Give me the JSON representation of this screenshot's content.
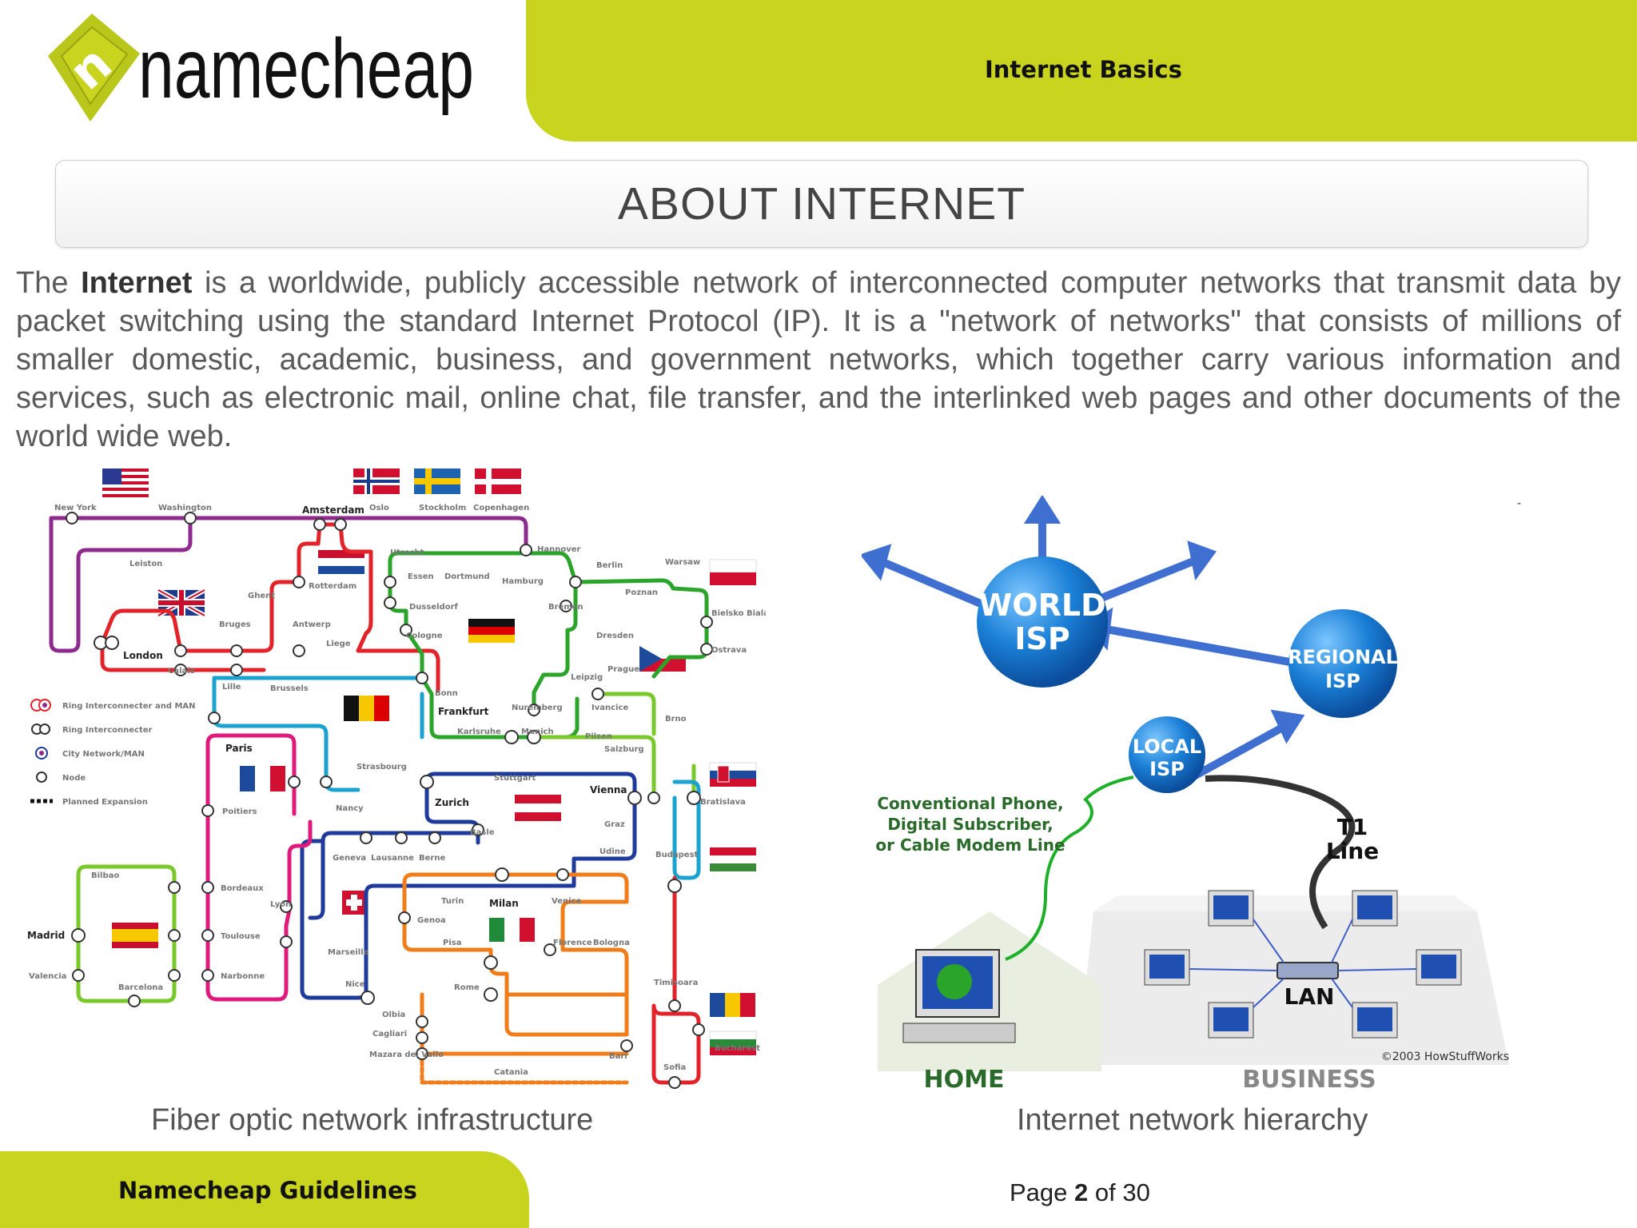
{
  "brand": {
    "logo_text": "namecheap",
    "logo_mark": "n"
  },
  "header": {
    "title": "Internet Basics"
  },
  "page_title": "ABOUT INTERNET",
  "intro": {
    "lead": "The ",
    "term": "Internet",
    "text": " is a worldwide, publicly accessible network of interconnected computer networks that transmit data by packet switching using the standard Internet Protocol (IP). It is a \"network of networks\" that consists of millions of smaller domestic, academic, business, and government networks, which together carry various information and services, such as electronic mail, online chat, file transfer, and the interlinked web pages and other documents of the world wide web."
  },
  "figure_left": {
    "caption": "Fiber optic network infrastructure",
    "legend": [
      "Ring Interconnecter and MAN",
      "Ring Interconnecter",
      "City Network/MAN",
      "Node",
      "Planned Expansion"
    ],
    "cities_major": [
      "Amsterdam",
      "London",
      "Frankfurt",
      "Paris",
      "Zurich",
      "Milan",
      "Vienna",
      "Madrid"
    ],
    "cities_minor": [
      "New York",
      "Washington",
      "Oslo",
      "Stockholm",
      "Copenhagen",
      "Hannover",
      "Berlin",
      "Warsaw",
      "Hamburg",
      "Bremen",
      "Poznan",
      "Utrecht",
      "Essen",
      "Dortmund",
      "Rotterdam",
      "Dusseldorf",
      "Cologne",
      "Dresden",
      "Bielsko Biala",
      "Ostrava",
      "Leiston",
      "Ghent",
      "Bruges",
      "Antwerp",
      "Liege",
      "Calais",
      "Brussels",
      "Lille",
      "Prague",
      "Leipzig",
      "Bonn",
      "Nuremberg",
      "Ivancice",
      "Brno",
      "Karlsruhe",
      "Munich",
      "Pilsen",
      "Salzburg",
      "Strasbourg",
      "Stuttgart",
      "Bratislava",
      "Poitiers",
      "Nancy",
      "Basle",
      "Graz",
      "Udine",
      "Budapest",
      "Geneva",
      "Lausanne",
      "Berne",
      "Bilbao",
      "Bordeaux",
      "Lyon",
      "Turin",
      "Venice",
      "Genoa",
      "Toulouse",
      "Marseille",
      "Pisa",
      "Florence",
      "Bologna",
      "Valencia",
      "Barcelona",
      "Narbonne",
      "Nice",
      "Rome",
      "Timisoara",
      "Olbia",
      "Cagliari",
      "Bucharest",
      "Mazara del Vallo",
      "Bari",
      "Catania",
      "Sofia"
    ]
  },
  "figure_right": {
    "caption": "Internet network hierarchy",
    "labels": {
      "world_isp": [
        "WORLD",
        "ISP"
      ],
      "regional_isp": [
        "REGIONAL",
        "ISP"
      ],
      "local_isp": [
        "LOCAL",
        "ISP"
      ],
      "phone_line": [
        "Conventional Phone,",
        "Digital Subscriber,",
        "or Cable Modem Line"
      ],
      "t1": [
        "T1",
        "Line"
      ],
      "lan": "LAN",
      "home": "HOME",
      "business": "BUSINESS",
      "copyright": "©2003 HowStuffWorks",
      "dash": "-"
    }
  },
  "footer": {
    "title": "Namecheap Guidelines",
    "page_prefix": "Page ",
    "page_current": "2",
    "page_suffix": " of 30"
  },
  "colors": {
    "accent": "#c8d41e",
    "isp_blue": "#1a7fd6",
    "arrow_blue": "#3f6fd1"
  }
}
